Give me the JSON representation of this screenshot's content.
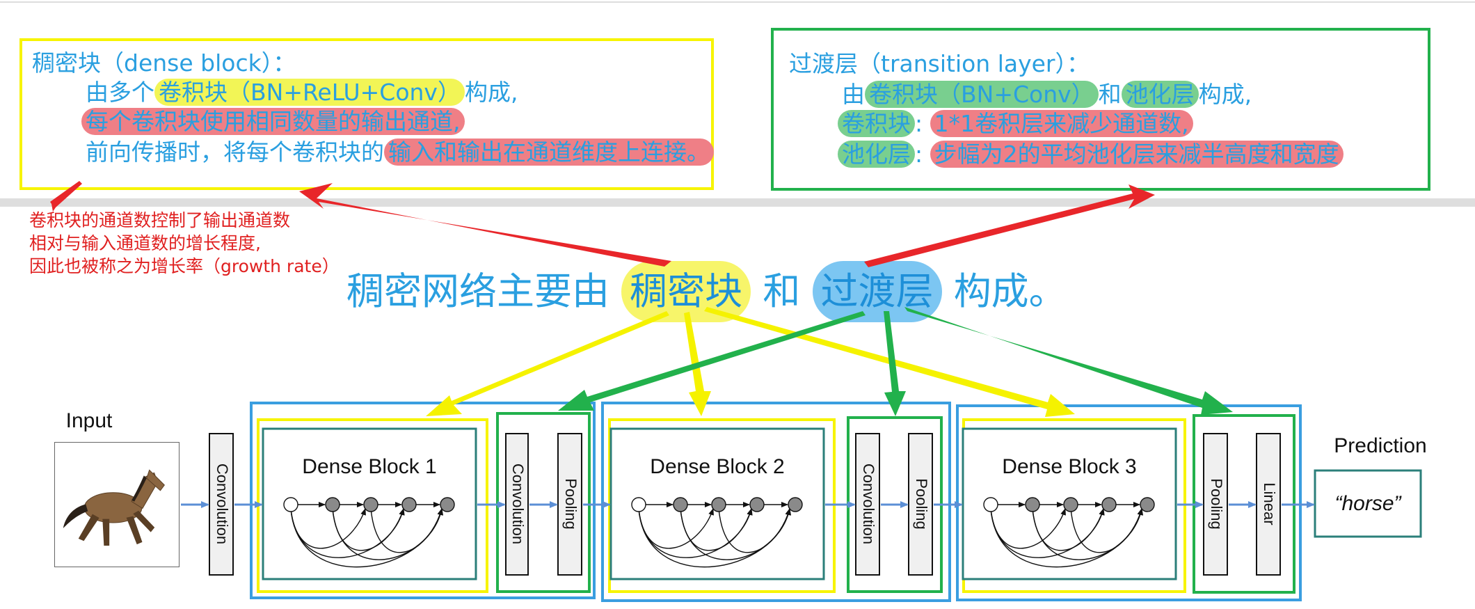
{
  "dense_note": {
    "title": "稠密块（dense block）：",
    "line1_pre": "由多个",
    "line1_hl": "卷积块（BN+ReLU+Conv）",
    "line1_post": "构成,",
    "line2_hl": "每个卷积块使用相同数量的输出通道,",
    "line3_pre": "前向传播时，将每个卷积块的",
    "line3_hl": "输入和输出在通道维度上连接。"
  },
  "transition_note": {
    "title": "过渡层（transition layer）：",
    "line1_pre": "由",
    "line1_hl1": "卷积块（BN+Conv）",
    "line1_mid": "和",
    "line1_hl2": "池化层",
    "line1_post": "构成,",
    "line2_hl1": "卷积块",
    "line2_sep": ":",
    "line2_hl2": "1*1卷积层来减少通道数,",
    "line3_hl1": "池化层",
    "line3_sep": ":",
    "line3_hl2": "步幅为2的平均池化层来减半高度和宽度"
  },
  "growth_note": {
    "line1": "卷积块的通道数控制了输出通道数",
    "line2": "相对与输入通道数的增长程度,",
    "line3": "因此也被称之为增长率（growth rate）"
  },
  "main_title": {
    "pre": "稠密网络主要由",
    "dense": "稠密块",
    "and": "和",
    "transition": "过渡层",
    "post": "构成。"
  },
  "diagram": {
    "input_label": "Input",
    "prediction_label": "Prediction",
    "prediction_value": "“horse”",
    "conv_label": "Convolution",
    "pool_label": "Pooling",
    "linear_label": "Linear",
    "dense_blocks": [
      "Dense Block 1",
      "Dense Block 2",
      "Dense Block 3"
    ]
  },
  "colors": {
    "text_blue": "#2a9fe0",
    "dense_yellow": "#f7f400",
    "transition_green": "#22b14c",
    "stage_blue": "#3a9ee0",
    "teal": "#2b7f7a",
    "red": "#e02020"
  }
}
